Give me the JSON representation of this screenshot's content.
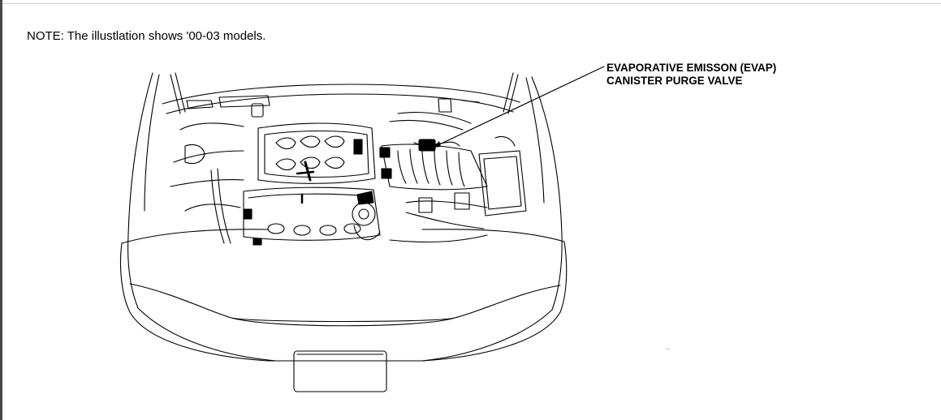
{
  "note": "NOTE: The illustlation shows '00-03 models.",
  "callout": {
    "line1": "EVAPORATIVE EMISSON (EVAP)",
    "line2": "CANISTER PURGE VALVE"
  }
}
